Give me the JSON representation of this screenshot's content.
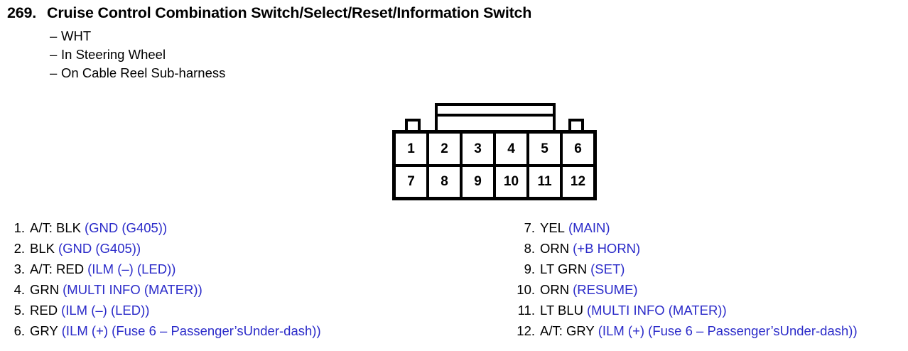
{
  "header": {
    "number": "269.",
    "title": "Cruise Control Combination Switch/Select/Reset/Information Switch",
    "dash": "–",
    "subtitles": [
      "WHT",
      "In Steering Wheel",
      "On Cable Reel Sub-harness"
    ]
  },
  "connector": {
    "rows": [
      [
        "1",
        "2",
        "3",
        "4",
        "5",
        "6"
      ],
      [
        "7",
        "8",
        "9",
        "10",
        "11",
        "12"
      ]
    ]
  },
  "legend": {
    "note_color": "#2b2bc9",
    "left": [
      {
        "num": "1.",
        "code": "A/T: BLK",
        "note": "(GND (G405))"
      },
      {
        "num": "2.",
        "code": "BLK",
        "note": "(GND (G405))"
      },
      {
        "num": "3.",
        "code": "A/T: RED",
        "note": "(ILM (–) (LED))"
      },
      {
        "num": "4.",
        "code": "GRN",
        "note": "(MULTI INFO (MATER))"
      },
      {
        "num": "5.",
        "code": "RED",
        "note": "(ILM (–) (LED))"
      },
      {
        "num": "6.",
        "code": "GRY",
        "note": "(ILM (+) (Fuse 6 – Passenger’sUnder-dash))"
      }
    ],
    "right": [
      {
        "num": "7.",
        "code": "YEL",
        "note": "(MAIN)"
      },
      {
        "num": "8.",
        "code": "ORN",
        "note": "(+B HORN)"
      },
      {
        "num": "9.",
        "code": "LT GRN",
        "note": "(SET)"
      },
      {
        "num": "10.",
        "code": "ORN",
        "note": "(RESUME)"
      },
      {
        "num": "11.",
        "code": "LT BLU",
        "note": "(MULTI INFO (MATER))"
      },
      {
        "num": "12.",
        "code": "A/T: GRY",
        "note": "(ILM (+) (Fuse 6 – Passenger’sUnder-dash))"
      }
    ]
  }
}
